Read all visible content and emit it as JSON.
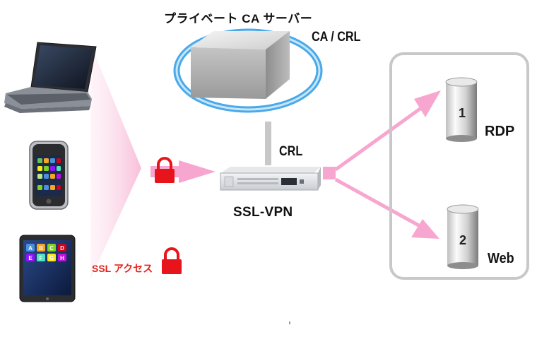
{
  "title": "プライベート CA サーバー",
  "ca_label": "CA / CRL",
  "crl_label": "CRL",
  "vpn_label": "SSL-VPN",
  "servers": [
    {
      "number": "1",
      "label": "RDP"
    },
    {
      "number": "2",
      "label": "Web"
    }
  ],
  "ssl_access_label": "SSL アクセス",
  "tablet_icon_letters": [
    "A",
    "B",
    "C",
    "D",
    "E",
    "F",
    "G",
    "H"
  ],
  "colors": {
    "arrow_pink": "#f7a6cf",
    "cone_pink": "#fbd0e4",
    "lock_red": "#e8141b",
    "ring_blue": "#4aa9e8",
    "ssl_text_red": "#e8201a"
  },
  "icons": [
    "laptop-icon",
    "smartphone-icon",
    "tablet-icon",
    "server-cube-icon",
    "lock-icon",
    "vpn-appliance-icon",
    "server-cylinder-icon"
  ]
}
